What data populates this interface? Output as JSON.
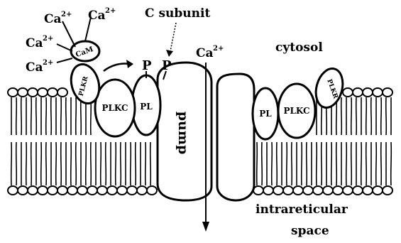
{
  "labels": {
    "ca": "Ca",
    "ca_sup": "2+",
    "cam": "CaM",
    "plkr": "PLKR",
    "plkc": "PLKC",
    "pl": "PL",
    "p": "P",
    "c_subunit": "C subunit",
    "cytosol": "cytosol",
    "pump": "pump",
    "intrareticular_line1": "intrareticular",
    "intrareticular_line2": "space"
  }
}
